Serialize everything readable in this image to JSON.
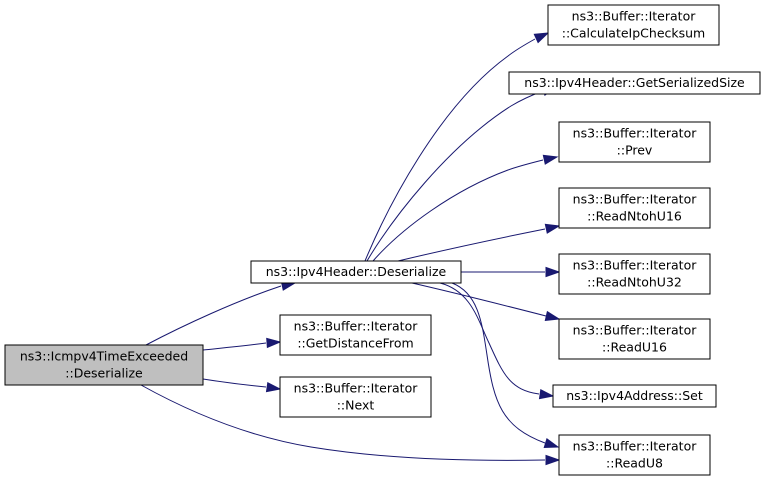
{
  "nodes": [
    {
      "id": "root",
      "lines": [
        "ns3::Icmpv4TimeExceeded",
        "::Deserialize"
      ]
    },
    {
      "id": "ipv4-deserialize",
      "lines": [
        "ns3::Ipv4Header::Deserialize"
      ]
    },
    {
      "id": "get-distance-from",
      "lines": [
        "ns3::Buffer::Iterator",
        "::GetDistanceFrom"
      ]
    },
    {
      "id": "next",
      "lines": [
        "ns3::Buffer::Iterator",
        "::Next"
      ]
    },
    {
      "id": "calc-ip-checksum",
      "lines": [
        "ns3::Buffer::Iterator",
        "::CalculateIpChecksum"
      ]
    },
    {
      "id": "get-serialized-size",
      "lines": [
        "ns3::Ipv4Header::GetSerializedSize"
      ]
    },
    {
      "id": "prev",
      "lines": [
        "ns3::Buffer::Iterator",
        "::Prev"
      ]
    },
    {
      "id": "read-ntoh-u16",
      "lines": [
        "ns3::Buffer::Iterator",
        "::ReadNtohU16"
      ]
    },
    {
      "id": "read-ntoh-u32",
      "lines": [
        "ns3::Buffer::Iterator",
        "::ReadNtohU32"
      ]
    },
    {
      "id": "read-u16",
      "lines": [
        "ns3::Buffer::Iterator",
        "::ReadU16"
      ]
    },
    {
      "id": "ipv4-address-set",
      "lines": [
        "ns3::Ipv4Address::Set"
      ]
    },
    {
      "id": "read-u8",
      "lines": [
        "ns3::Buffer::Iterator",
        "::ReadU8"
      ]
    }
  ],
  "edges": [
    {
      "from": "root",
      "to": "ipv4-deserialize"
    },
    {
      "from": "root",
      "to": "get-distance-from"
    },
    {
      "from": "root",
      "to": "next"
    },
    {
      "from": "root",
      "to": "read-u8"
    },
    {
      "from": "ipv4-deserialize",
      "to": "calc-ip-checksum"
    },
    {
      "from": "ipv4-deserialize",
      "to": "get-serialized-size"
    },
    {
      "from": "ipv4-deserialize",
      "to": "prev"
    },
    {
      "from": "ipv4-deserialize",
      "to": "read-ntoh-u16"
    },
    {
      "from": "ipv4-deserialize",
      "to": "read-ntoh-u32"
    },
    {
      "from": "ipv4-deserialize",
      "to": "read-u16"
    },
    {
      "from": "ipv4-deserialize",
      "to": "ipv4-address-set"
    },
    {
      "from": "ipv4-deserialize",
      "to": "read-u8"
    }
  ],
  "colors": {
    "edge": "#191970",
    "root_fill": "#bfbfbf",
    "node_fill": "#ffffff"
  }
}
